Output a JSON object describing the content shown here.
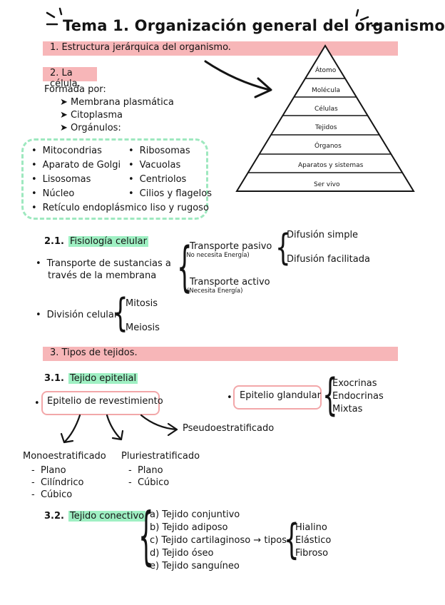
{
  "title": "Tema 1. Organización general del organismo",
  "section1": {
    "label": "1.  Estructura jerárquica del organismo."
  },
  "section2": {
    "label": "2.  La célula.",
    "formada_por": "Formada por:",
    "items": [
      "Membrana plasmática",
      "Citoplasma",
      "Orgánulos:"
    ],
    "organulos_col1": [
      "Mitocondrias",
      "Aparato de Golgi",
      "Lisosomas",
      "Núcleo"
    ],
    "organulos_col2": [
      "Ribosomas",
      "Vacuolas",
      "Centriolos",
      "Cilios y flagelos"
    ],
    "organulos_full": "Retículo endoplásmico liso y rugoso"
  },
  "pyramid": {
    "levels": [
      "Átomo",
      "Molécula",
      "Células",
      "Tejidos",
      "Órganos",
      "Aparatos y sistemas",
      "Ser vivo"
    ]
  },
  "section21": {
    "number": "2.1.",
    "title": "Fisiología celular",
    "transporte": "Transporte de sustancias a través de la membrana",
    "pasivo": "Transporte pasivo",
    "pasivo_note": "(No necesita Energía)",
    "activo": "Transporte activo",
    "activo_note": "(Necesita Energía)",
    "difusion_simple": "Difusión simple",
    "difusion_facilitada": "Difusión facilitada",
    "division": "División celular",
    "mitosis": "Mitosis",
    "meiosis": "Meiosis"
  },
  "section3": {
    "label": "3.  Tipos de tejidos."
  },
  "section31": {
    "number": "3.1.",
    "title": "Tejido epitelial",
    "revestimiento": "Epitelio de revestimiento",
    "glandular": "Epitelio glandular",
    "glandular_types": [
      "Exocrinas",
      "Endocrinas",
      "Mixtas"
    ],
    "pseudo": "Pseudoestratificado",
    "mono": "Monoestratificado",
    "mono_items": [
      "Plano",
      "Cilíndrico",
      "Cúbico"
    ],
    "pluri": "Pluriestratificado",
    "pluri_items": [
      "Plano",
      "Cúbico"
    ]
  },
  "section32": {
    "number": "3.2.",
    "title": "Tejido conectivo",
    "items": [
      "a) Tejido conjuntivo",
      "b) Tejido adiposo",
      "c) Tejido cartilaginoso",
      "d) Tejido óseo",
      "e) Tejido sanguíneo"
    ],
    "tipos_label": "tipos",
    "cartilago_types": [
      "Hialino",
      "Elástico",
      "Fibroso"
    ]
  },
  "colors": {
    "band": "#f7b6b8",
    "highlight": "#9ff0c3",
    "dashed_border": "#9ee8bf",
    "box_border": "#f2a7a9",
    "ink": "#141414"
  }
}
